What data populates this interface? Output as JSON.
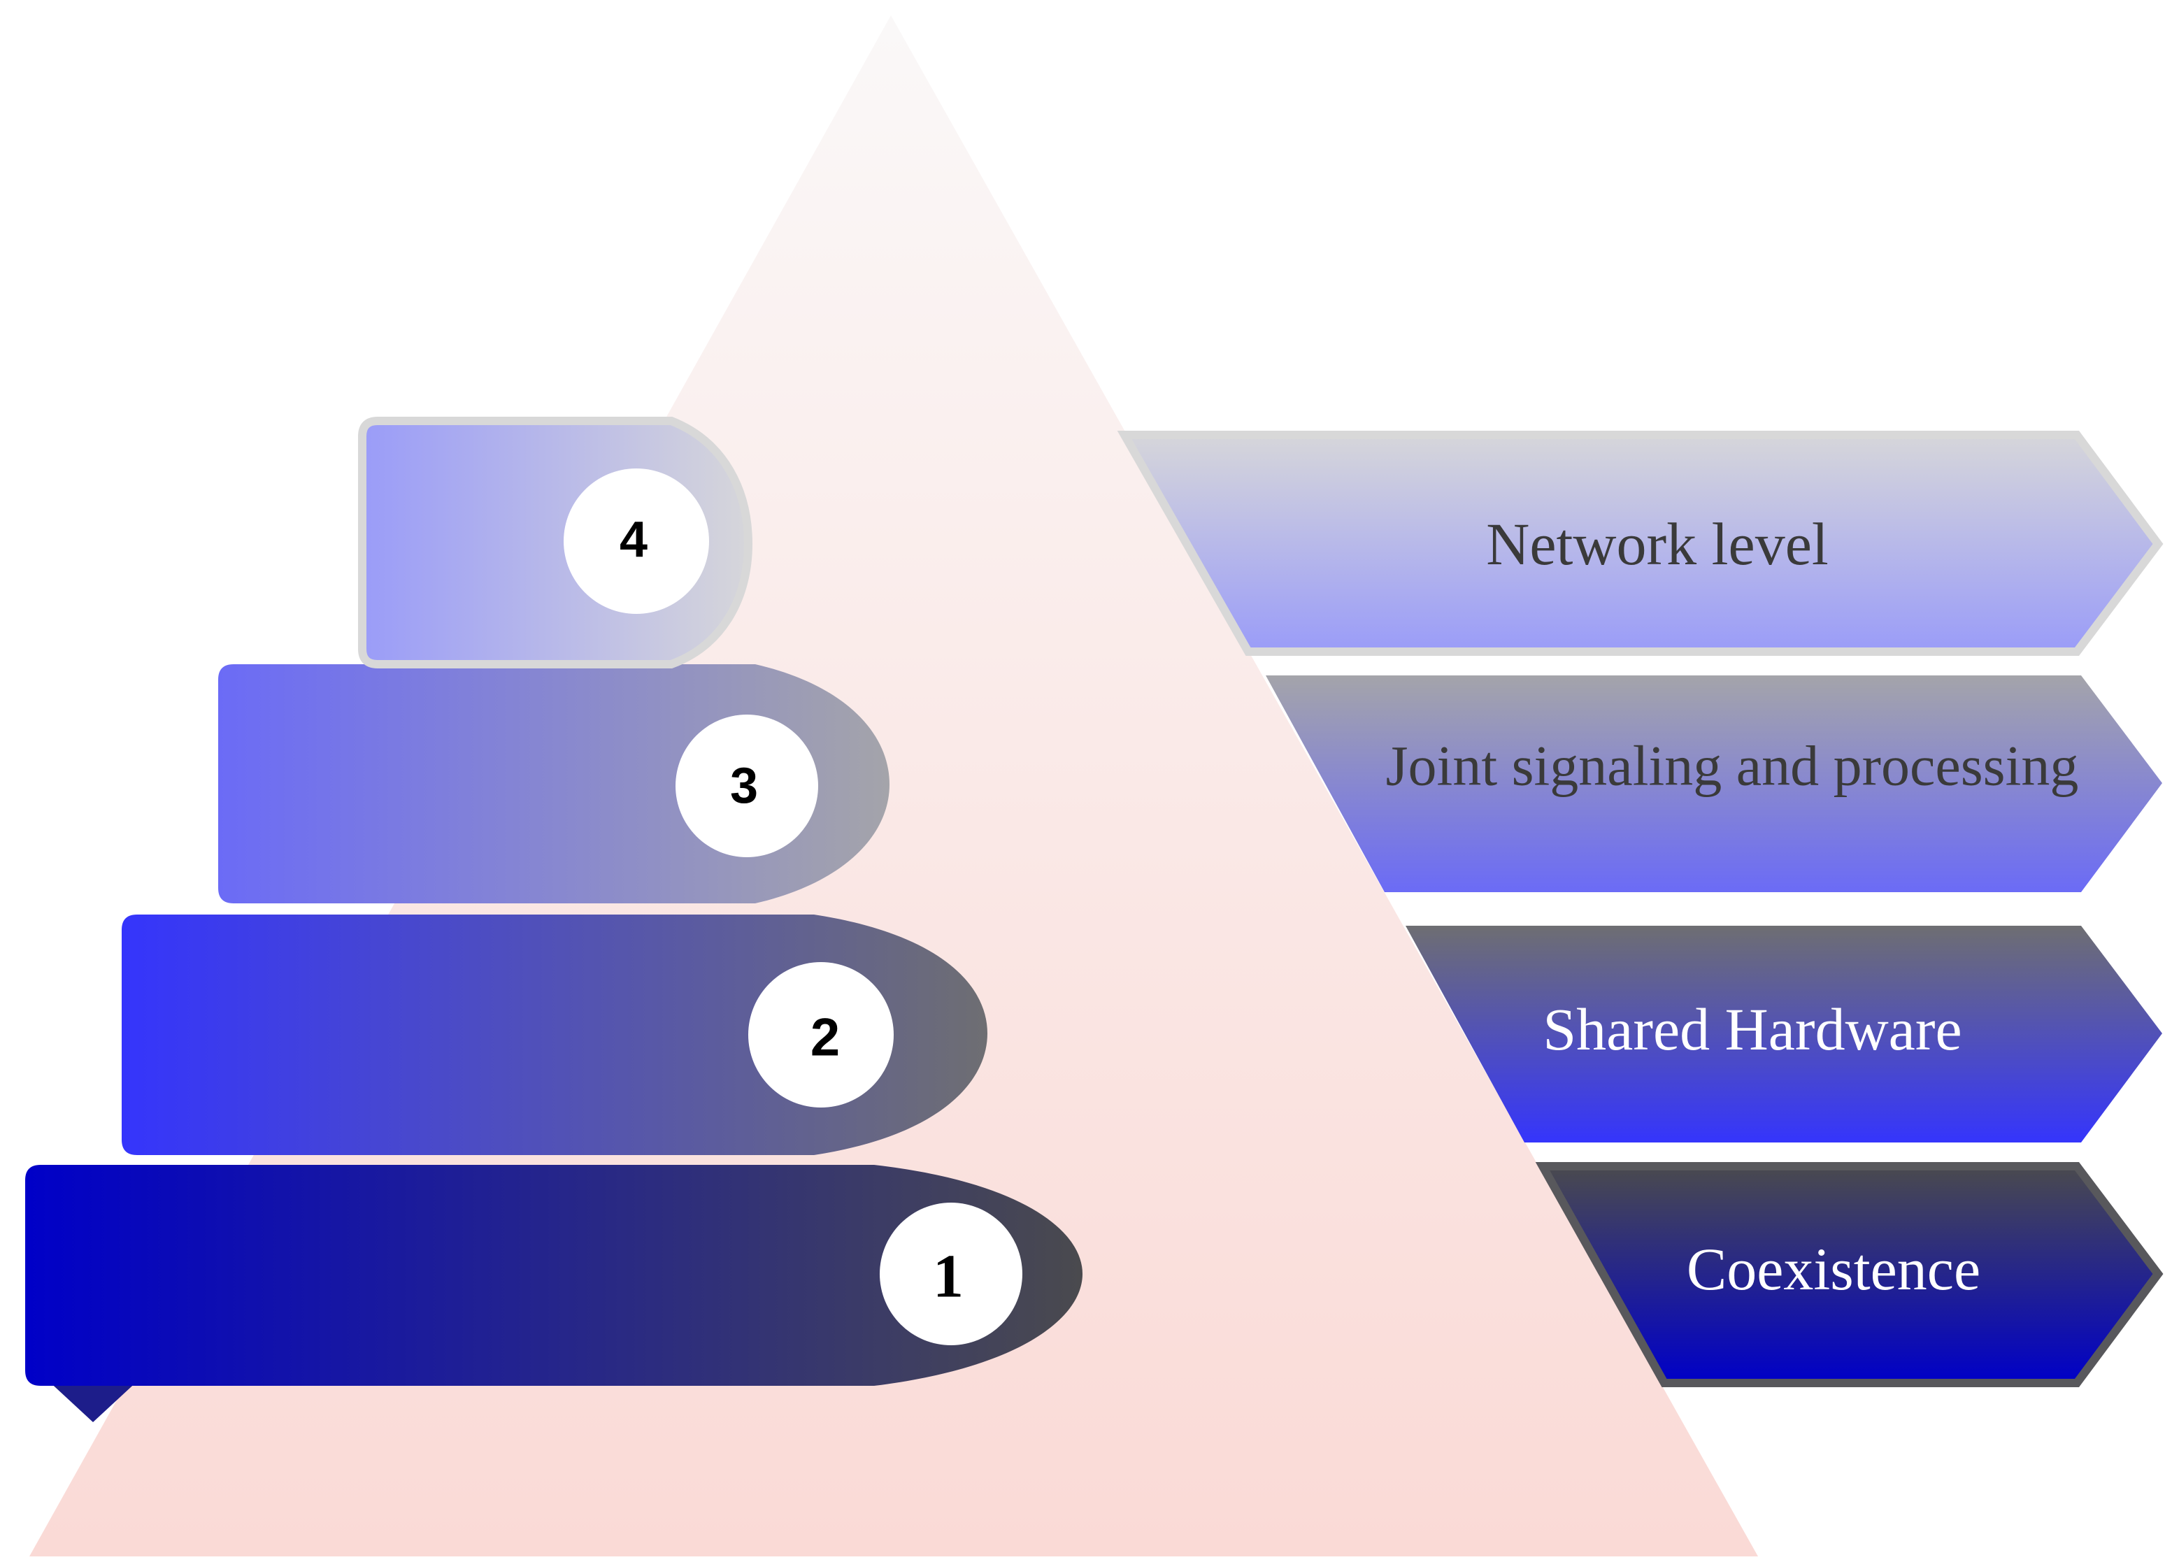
{
  "levels": [
    {
      "number": "1",
      "label": "Coexistence"
    },
    {
      "number": "2",
      "label": "Shared Hardware"
    },
    {
      "number": "3",
      "label": "Joint signaling and processing"
    },
    {
      "number": "4",
      "label": "Network level"
    }
  ],
  "colors": {
    "pyramid_top": "#faf8f8",
    "pyramid_bottom": "#fadad6",
    "level1": "#0000c8",
    "level2": "#3535fc",
    "level3": "#6b6bf6",
    "level4": "#9a9cf8",
    "tip_gray": "#4a4a4e"
  }
}
